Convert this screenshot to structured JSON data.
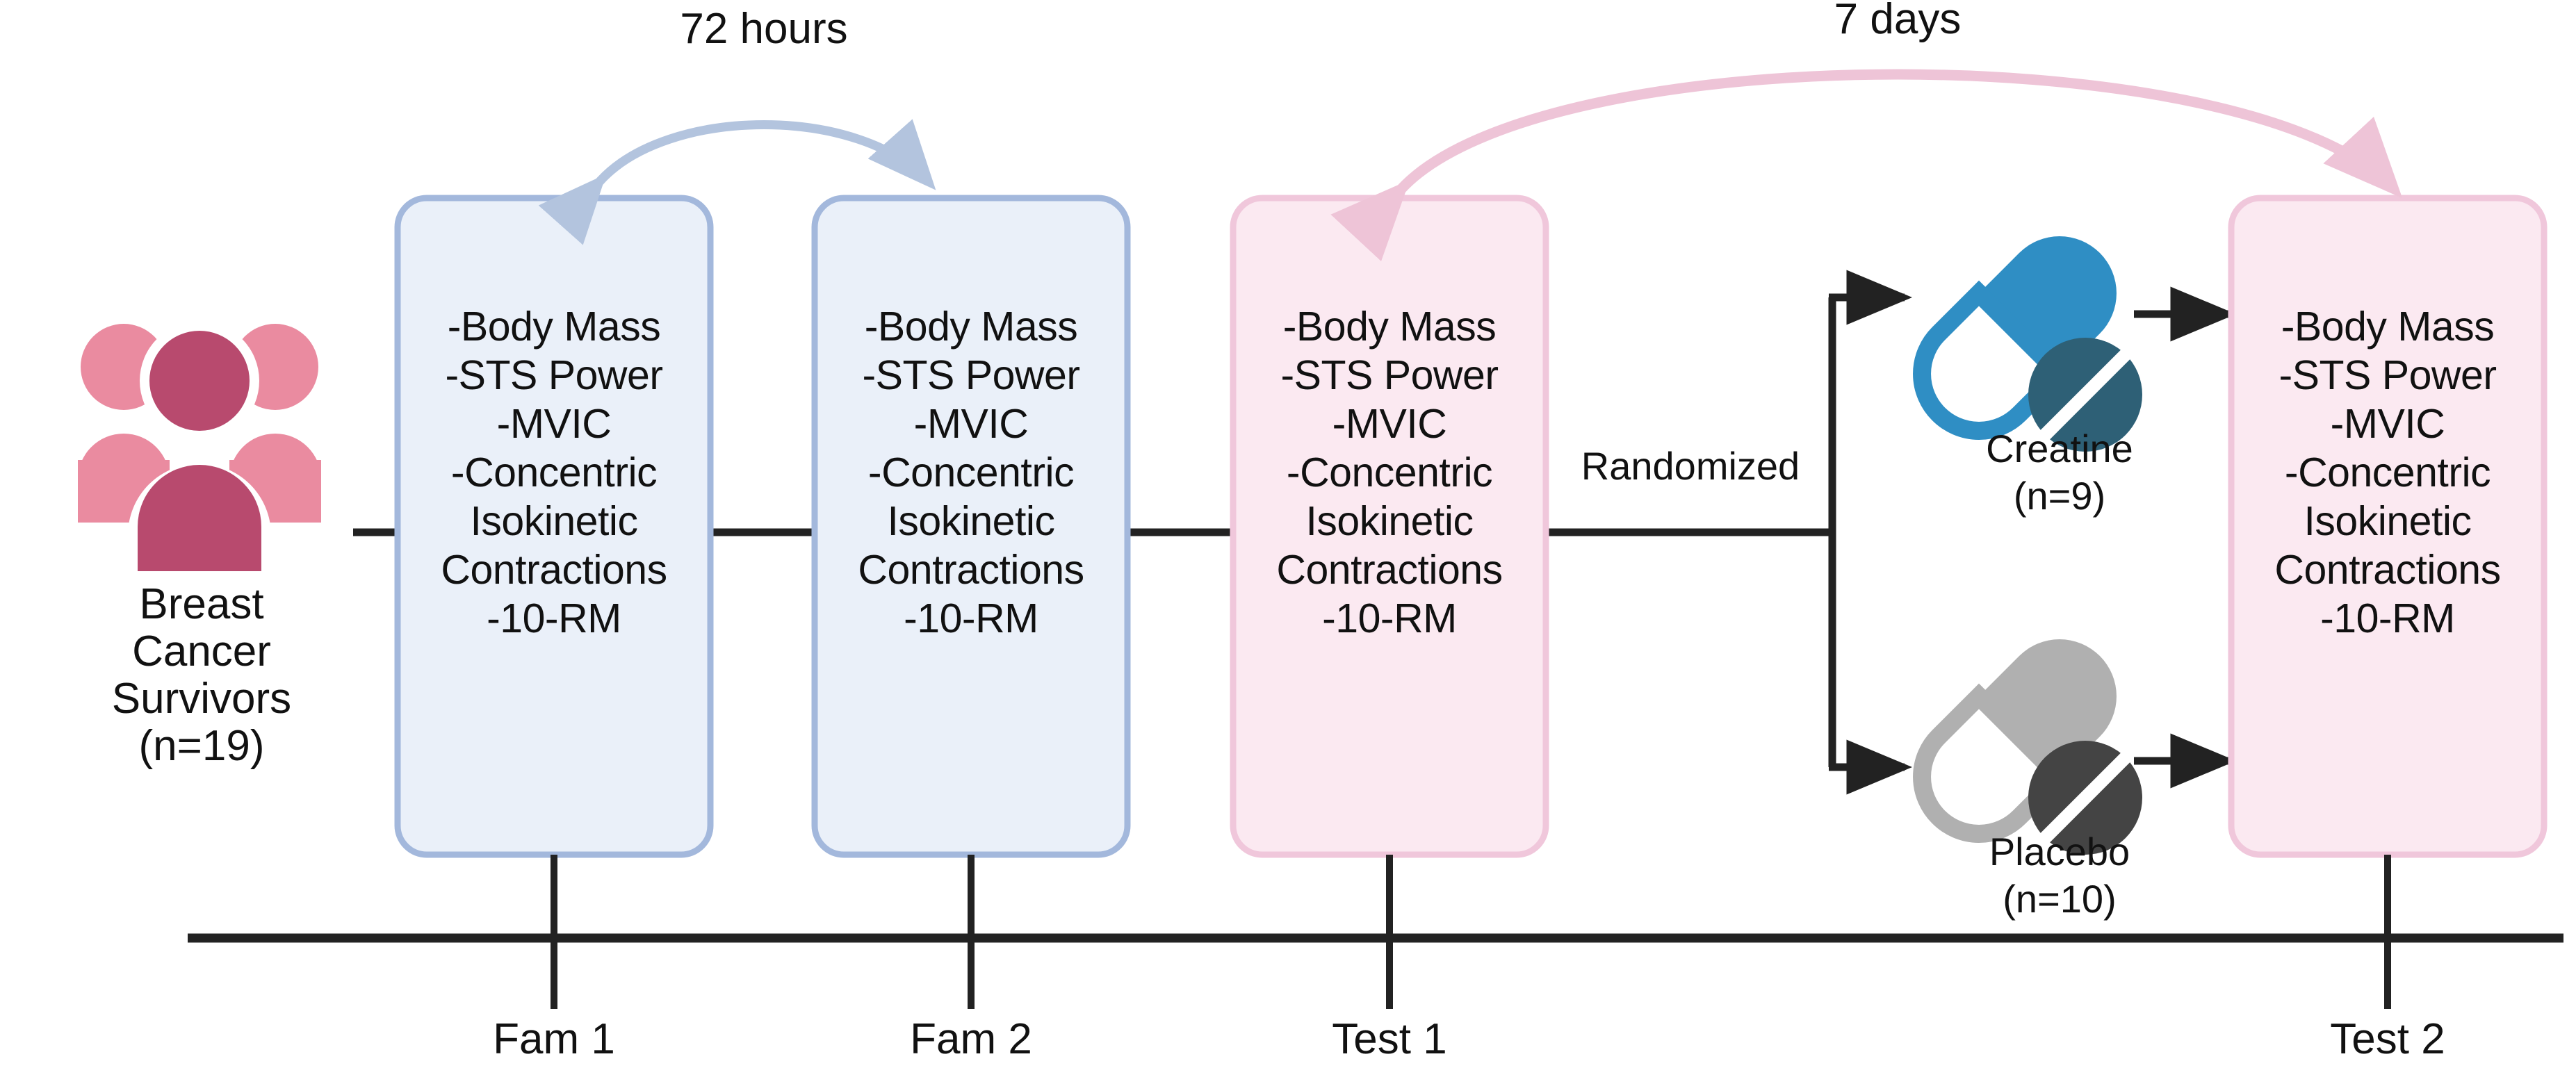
{
  "figure": {
    "type": "study-design-flow-diagram",
    "background": "#ffffff"
  },
  "cohort": {
    "icon": "people-group-icon",
    "label_lines": [
      "Breast",
      "Cancer",
      "Survivors",
      "(n=19)"
    ],
    "line1": "Breast",
    "line2": "Cancer",
    "line3": "Survivors",
    "line4": "(n=19)",
    "color_primary": "#b84a6e",
    "color_secondary": "#ea8ba0"
  },
  "measures": {
    "lines": [
      "-Body Mass",
      "-STS Power",
      "-MVIC",
      "-Concentric",
      "Isokinetic",
      "Contractions",
      "-10-RM"
    ],
    "l0": "-Body Mass",
    "l1": "-STS Power",
    "l2": "-MVIC",
    "l3": "-Concentric",
    "l4": "Isokinetic",
    "l5": "Contractions",
    "l6": "-10-RM"
  },
  "boxes": [
    {
      "id": "fam1",
      "timeline_label": "Fam 1",
      "fill": "#eaf0f9",
      "stroke": "#a3b8dc"
    },
    {
      "id": "fam2",
      "timeline_label": "Fam 2",
      "fill": "#eaf0f9",
      "stroke": "#a3b8dc"
    },
    {
      "id": "test1",
      "timeline_label": "Test 1",
      "fill": "#fbe9f1",
      "stroke": "#f0c7db"
    },
    {
      "id": "test2",
      "timeline_label": "Test 2",
      "fill": "#fbe9f1",
      "stroke": "#f0c7db"
    }
  ],
  "timeline": {
    "labels": [
      "Fam 1",
      "Fam 2",
      "Test 1",
      "Test 2"
    ],
    "t0": "Fam 1",
    "t1": "Fam 2",
    "t2": "Test 1",
    "t3": "Test 2"
  },
  "durations": {
    "fam1_to_fam2": "72 hours",
    "test1_to_test2": "7 days",
    "blue_arc_color": "#b3c4de",
    "pink_arc_color": "#eec4d7"
  },
  "randomization": {
    "label": "Randomized"
  },
  "groups": [
    {
      "id": "creatine",
      "icon": "pill-capsule-icon",
      "name": "Creatine",
      "n": "(n=9)",
      "capsule_color": "#2f8ec4",
      "tablet_color": "#2e6076"
    },
    {
      "id": "placebo",
      "icon": "pill-capsule-icon",
      "name": "Placebo",
      "n": "(n=10)",
      "capsule_color": "#b0b0b0",
      "tablet_color": "#444444"
    }
  ],
  "colors": {
    "line_black": "#222222",
    "text_black": "#111111"
  }
}
